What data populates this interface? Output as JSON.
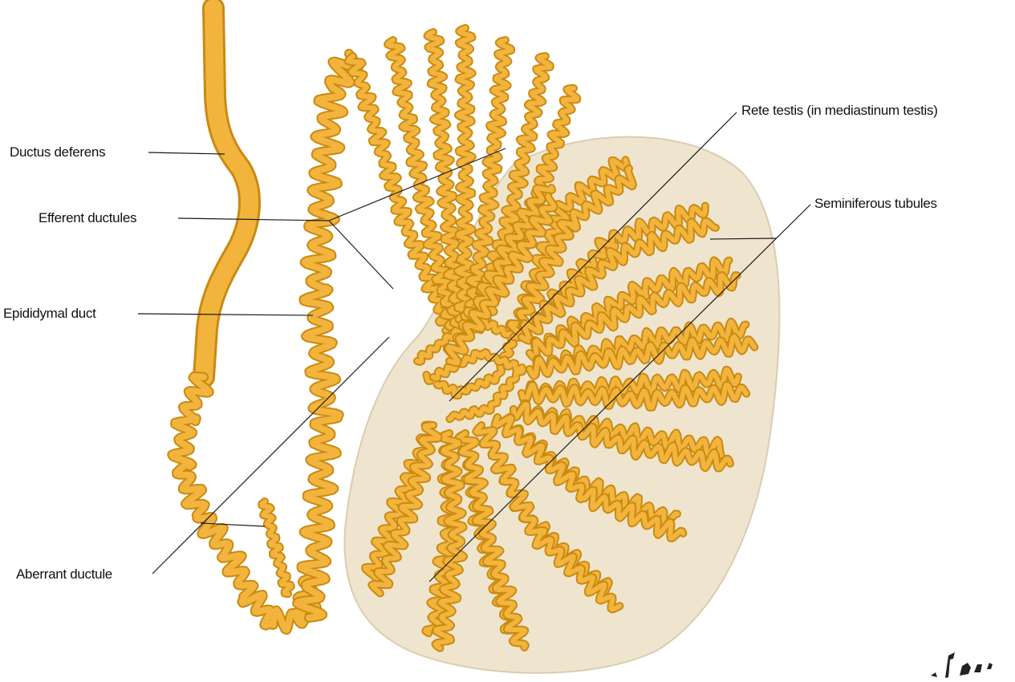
{
  "labels": {
    "ductus_deferens": "Ductus deferens",
    "efferent_ductules": "Efferent ductules",
    "epididymal_duct": "Epididymal duct",
    "aberrant_ductule": "Aberrant ductule",
    "rete_testis": "Rete testis (in mediastinum testis)",
    "seminiferous_tubules": "Seminiferous tubules"
  },
  "colors": {
    "tubule_outline": "#c98a12",
    "tubule_fill": "#f2b43c",
    "testis_body": "#efe5cf",
    "leader_line": "#1a1a1a"
  }
}
